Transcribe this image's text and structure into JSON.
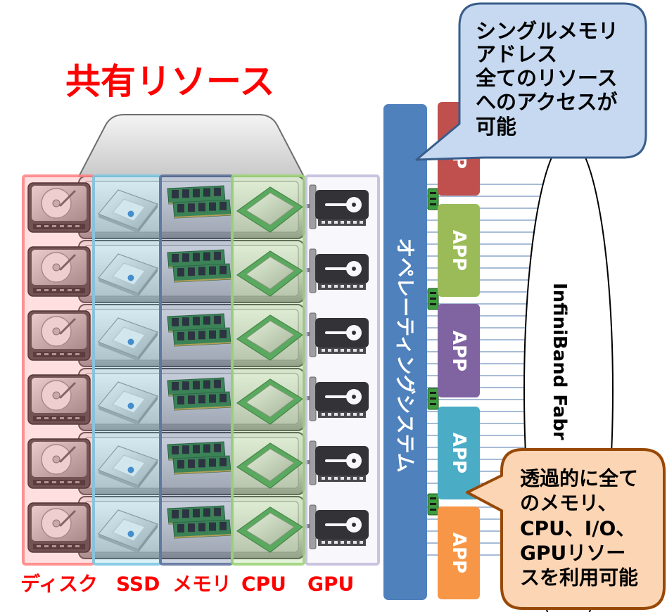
{
  "title": "共有リソース",
  "resource_columns": [
    {
      "label": "ディスク",
      "icon": "hard-disk-icon",
      "color": "#ff8080"
    },
    {
      "label": "SSD",
      "icon": "ssd-icon",
      "color": "#7ec8e3"
    },
    {
      "label": "メモリ",
      "icon": "memory-module-icon",
      "color": "#5b6f9a"
    },
    {
      "label": "CPU",
      "icon": "cpu-icon",
      "color": "#9fd47a"
    },
    {
      "label": "GPU",
      "icon": "gpu-card-icon",
      "color": "#c4bcdc"
    }
  ],
  "operating_system": "オペレーティングシステム",
  "apps": [
    {
      "label": "APP",
      "color": "#c0504d"
    },
    {
      "label": "APP",
      "color": "#9bbb59"
    },
    {
      "label": "APP",
      "color": "#8064a2"
    },
    {
      "label": "APP",
      "color": "#4bacc6"
    },
    {
      "label": "APP",
      "color": "#f79646"
    }
  ],
  "fabric": {
    "label": "InfiniBand Fabr",
    "link_color": "#8ba6c9"
  },
  "callouts": {
    "single_memory_address": {
      "lines": [
        "シングルメモリ",
        "アドレス",
        "全てのリソース",
        "へのアクセスが",
        "可能"
      ],
      "fill": "#c6d9f1",
      "border": "#385d8a"
    },
    "transparent_access": {
      "lines": [
        "透過的に全て",
        "のメモリ、",
        "CPU、I/O、",
        "GPUリソー",
        "スを利用可能"
      ],
      "fill": "#fcd5b4",
      "border": "#984807"
    }
  },
  "colors": {
    "title": "#ff0000",
    "resource_labels": "#ff0000",
    "operating_system_bar": "#4f81bd",
    "connector_chip": "#3f9c3f"
  }
}
